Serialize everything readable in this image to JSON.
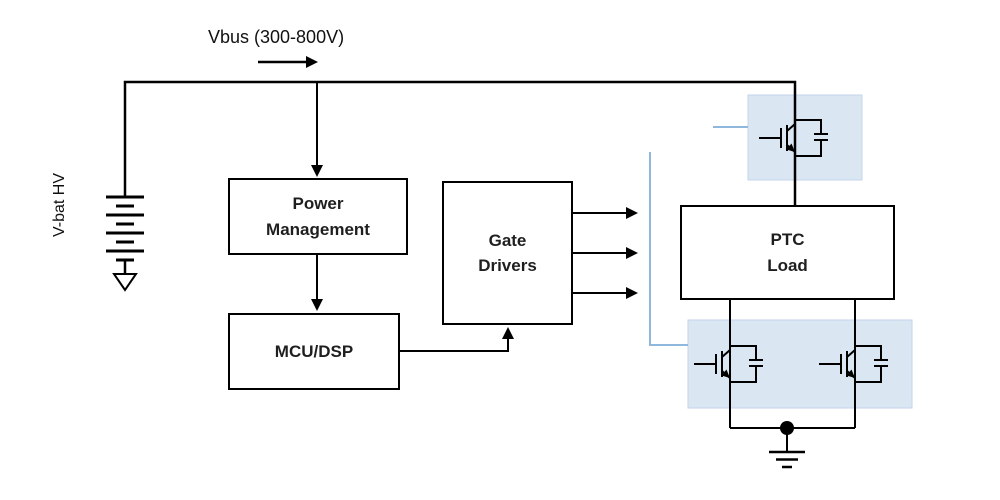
{
  "diagram": {
    "labels": {
      "vbus": "Vbus (300-800V)",
      "vbat": "V-bat HV"
    },
    "blocks": {
      "power_management": {
        "lines": [
          "Power",
          "Management"
        ]
      },
      "mcu_dsp": {
        "lines": [
          "MCU/DSP"
        ]
      },
      "gate_drivers": {
        "lines": [
          "Gate",
          "Drivers"
        ]
      },
      "ptc_load": {
        "lines": [
          "PTC",
          "Load"
        ]
      }
    },
    "icons": {
      "battery": "battery-icon",
      "battery_ground": "battery-ground-arrow-icon",
      "main_ground": "ground-icon",
      "ground_node": "ground-node-dot",
      "igbt_top": "igbt-icon",
      "igbt_bottom_left": "igbt-icon",
      "igbt_bottom_right": "igbt-icon"
    },
    "colors": {
      "wire": "#000000",
      "module_fill": "#dbe6f3",
      "module_border": "#c3d6ea",
      "gate_wire": "#8fb8dc",
      "block_border": "#000000",
      "text": "#1f1f1f",
      "background": "#ffffff"
    }
  }
}
